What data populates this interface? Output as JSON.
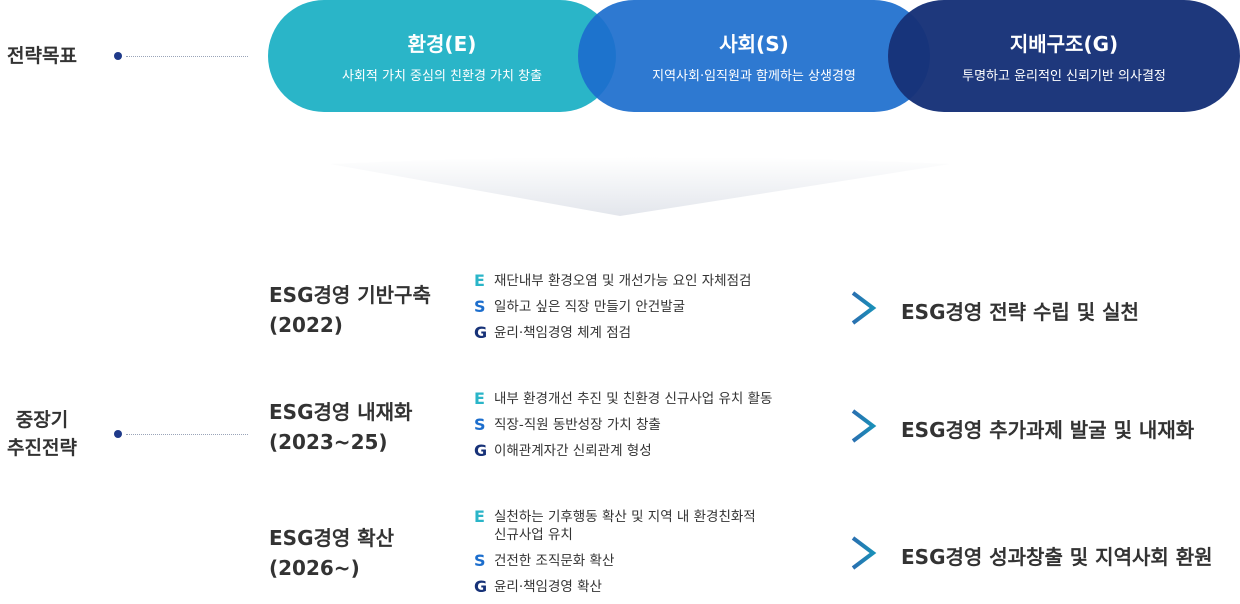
{
  "strategic_goal": {
    "label": "전략목표",
    "pillars": [
      {
        "title": "환경(E)",
        "subtitle": "사회적 가치 중심의 친환경 가치 창출",
        "color": "#2ab5c8"
      },
      {
        "title": "사회(S)",
        "subtitle": "지역사회·임직원과 함께하는 상생경영",
        "color": "#1c6ecd"
      },
      {
        "title": "지배구조(G)",
        "subtitle": "투명하고 윤리적인 신뢰기반 의사결정",
        "color": "#173278"
      }
    ]
  },
  "midterm": {
    "label_line1": "중장기",
    "label_line2": "추진전략",
    "phases": [
      {
        "title_line1": "ESG경영 기반구축",
        "title_line2": "(2022)",
        "items": [
          {
            "letter": "E",
            "text": "재단내부 환경오염 및 개선가능 요인 자체점검"
          },
          {
            "letter": "S",
            "text": "일하고 싶은 직장 만들기 안건발굴"
          },
          {
            "letter": "G",
            "text": "윤리·책임경영 체계 점검"
          }
        ],
        "result": "ESG경영 전략 수립 및 실천"
      },
      {
        "title_line1": "ESG경영 내재화",
        "title_line2": "(2023~25)",
        "items": [
          {
            "letter": "E",
            "text": "내부 환경개선 추진 및 친환경 신규사업 유치 활동"
          },
          {
            "letter": "S",
            "text": "직장-직원 동반성장 가치 창출"
          },
          {
            "letter": "G",
            "text": "이해관계자간 신뢰관계 형성"
          }
        ],
        "result": "ESG경영 추가과제 발굴 및 내재화"
      },
      {
        "title_line1": "ESG경영 확산",
        "title_line2": "(2026~)",
        "items": [
          {
            "letter": "E",
            "text_line1": "실천하는 기후행동 확산 및 지역 내 환경친화적",
            "text_line2": "신규사업 유치"
          },
          {
            "letter": "S",
            "text": "건전한 조직문화 확산"
          },
          {
            "letter": "G",
            "text": "윤리·책임경영 확산"
          }
        ],
        "result": "ESG경영 성과창출 및 지역사회 환원"
      }
    ]
  },
  "colors": {
    "accent_e": "#2ab5c8",
    "accent_s": "#1c6ecd",
    "accent_g": "#173278",
    "arrow": "#2a6fb0"
  }
}
